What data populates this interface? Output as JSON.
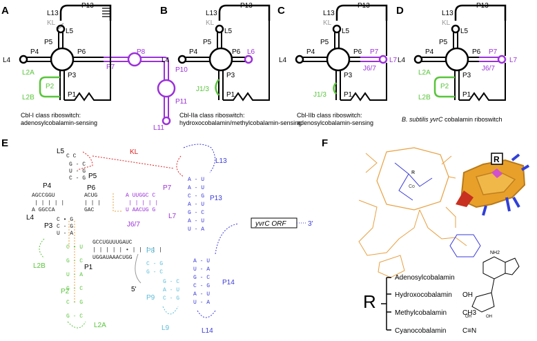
{
  "panels": {
    "A": {
      "letter": "A",
      "caption1": "Cbl-I class riboswitch:",
      "caption2": "adenosylcobalamin-sensing",
      "labels": {
        "l13": "L13",
        "p13": "P13",
        "kl": "KL",
        "l5": "L5",
        "p5": "P5",
        "p4": "P4",
        "l4": "L4",
        "p6": "P6",
        "p3": "P3",
        "p2": "P2",
        "p1": "P1",
        "l2a": "L2A",
        "l2b": "L2B",
        "p7": "P7",
        "p8": "P8",
        "p10": "P10",
        "p11": "P11",
        "l11": "L11"
      }
    },
    "B": {
      "letter": "B",
      "caption1": "Cbl-IIa class riboswitch:",
      "caption2": "hydroxocobalamin/methylcobalamin-sensing",
      "labels": {
        "l13": "L13",
        "p13": "P13",
        "kl": "KL",
        "l5": "L5",
        "p5": "P5",
        "p4": "P4",
        "l4": "L4",
        "p6": "P6",
        "p3": "P3",
        "p1": "P1",
        "l6": "L6",
        "j13": "J1/3"
      }
    },
    "C": {
      "letter": "C",
      "caption1": "Cbl-IIb class riboswitch:",
      "caption2": "adenosylcobalamin-sensing",
      "labels": {
        "l13": "L13",
        "p13": "P13",
        "kl": "KL",
        "l5": "L5",
        "p5": "P5",
        "p4": "P4",
        "l4": "L4",
        "p6": "P6",
        "p3": "P3",
        "p1": "P1",
        "p7": "P7",
        "l7": "L7",
        "j67": "J6/7",
        "j13": "J1/3"
      }
    },
    "D": {
      "letter": "D",
      "caption_italic": "B. subtilis yvrC",
      "caption_rest": " cobalamin riboswitch",
      "labels": {
        "l13": "L13",
        "p13": "P13",
        "kl": "KL",
        "l5": "L5",
        "p5": "P5",
        "p4": "P4",
        "l4": "L4",
        "p6": "P6",
        "p3": "P3",
        "p2": "P2",
        "p1": "P1",
        "l2a": "L2A",
        "l2b": "L2B",
        "p7": "P7",
        "l7": "L7",
        "j67": "J6/7"
      }
    },
    "E": {
      "letter": "E",
      "labels": {
        "l5": "L5",
        "kl": "KL",
        "p5": "P5",
        "p4": "P4",
        "l4": "L4",
        "p6": "P6",
        "p7": "P7",
        "l7": "L7",
        "j67": "J6/7",
        "l13": "L13",
        "p13": "P13",
        "p3": "P3",
        "p1": "P1",
        "l2b": "L2B",
        "p2": "P2",
        "l2a": "L2A",
        "p8": "P8",
        "p9": "P9",
        "l9": "L9",
        "p14": "P14",
        "l14": "L14",
        "five_prime": "5'",
        "three_prime": "3'",
        "orf": "yvrC ORF"
      },
      "seq": {
        "p4_top": "AGCCGGU",
        "p4_bot": "A GGCCA",
        "p1_top": "GCCUGUUUGAUC",
        "p1_bot": "UGGAUAAACUGG",
        "p6_top": "ACUG",
        "p6_bot": "GAC"
      }
    },
    "F": {
      "letter": "F",
      "r_box": "R",
      "r_big": "R",
      "substituents": [
        {
          "name": "Adenosylcobalamin",
          "group": ""
        },
        {
          "name": "Hydroxocobalamin",
          "group": "OH"
        },
        {
          "name": "Methylcobalamin",
          "group": "CH3"
        },
        {
          "name": "Cyanocobalamin",
          "group": "C≡N"
        }
      ],
      "atoms": {
        "co": "Co",
        "r": "R",
        "nh2": "NH2",
        "n": "N",
        "oh": "OH"
      }
    }
  },
  "colors": {
    "black": "#000000",
    "purple": "#9b30d9",
    "green": "#58c53a",
    "cyan": "#5bbcd9",
    "blue": "#3a3ad9",
    "red": "#e02020",
    "orange": "#e8a040",
    "gray": "#9a9a9a"
  }
}
